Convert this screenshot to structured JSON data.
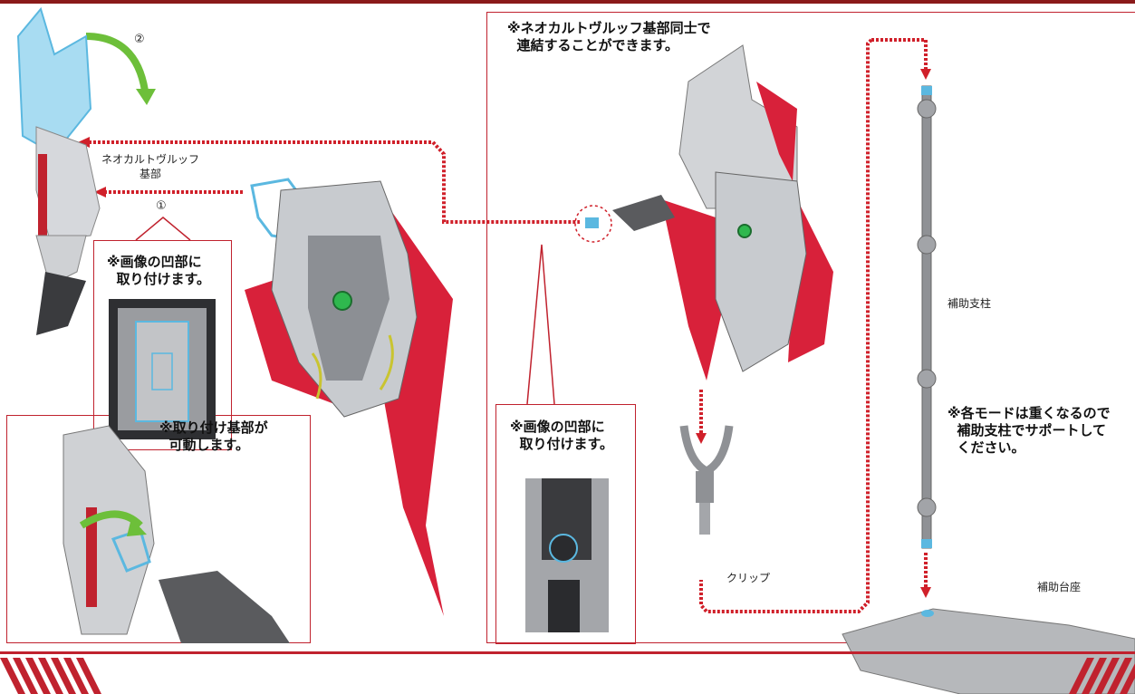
{
  "annotations": {
    "connect_note": "※ネオカルトヴルッフ基部同士で\n  連結することができます。",
    "recess_note_1": "※画像の凹部に\n  取り付けます。",
    "recess_note_2": "※画像の凹部に\n  取り付けます。",
    "movable_note": "※取り付け基部が\n  可動します。",
    "support_note": "※各モードは重くなるので\n  補助支柱でサポートして\n  ください。"
  },
  "labels": {
    "base_part": "ネオカルトヴルッフ\n基部",
    "step_1": "①",
    "step_2": "②",
    "clip": "クリップ",
    "support_pillar": "補助支柱",
    "support_base": "補助台座"
  },
  "colors": {
    "accent_red": "#c0222e",
    "dotted_red": "#d0202a",
    "arrow_green": "#6dbf3a",
    "part_cyan": "#5bb8e0"
  }
}
